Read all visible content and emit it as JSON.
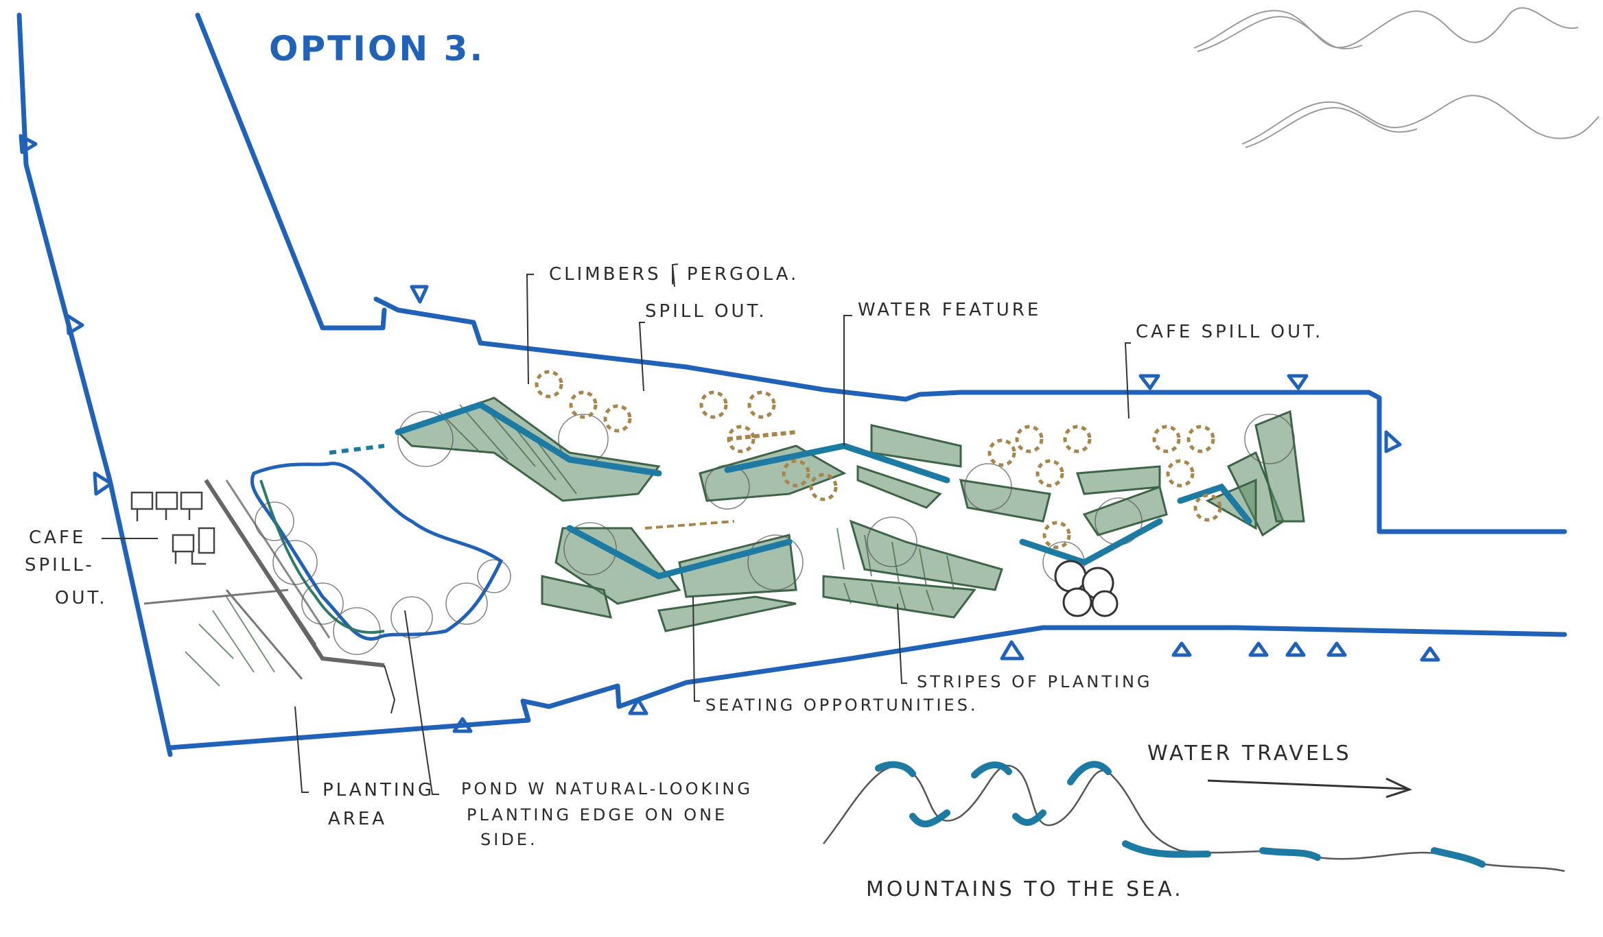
{
  "title": "OPTION 3.",
  "colors": {
    "boundary_blue": "#1f62b8",
    "water_blue": "#1c7aa3",
    "planting_green": "#5f8d66",
    "planting_green_dark": "#3d6447",
    "seating_brown": "#a8864a"
  },
  "labels": {
    "climbers_pergola": "CLIMBERS | PERGOLA.",
    "spill_out": "SPILL OUT.",
    "water_feature": "WATER FEATURE",
    "cafe_spill_out_right": "CAFE SPILL OUT.",
    "cafe_spill_out_left": [
      "CAFE",
      "SPILL-",
      "OUT."
    ],
    "seating_opportunities": "SEATING OPPORTUNITIES.",
    "stripes_of_planting": "STRIPES OF PLANTING",
    "planting_area": [
      "PLANTING",
      "AREA"
    ],
    "pond": [
      "POND W NATURAL-LOOKING",
      "PLANTING EDGE ON ONE",
      "SIDE."
    ],
    "water_travels": "WATER TRAVELS",
    "mountains_to_sea": "MOUNTAINS TO THE SEA."
  }
}
